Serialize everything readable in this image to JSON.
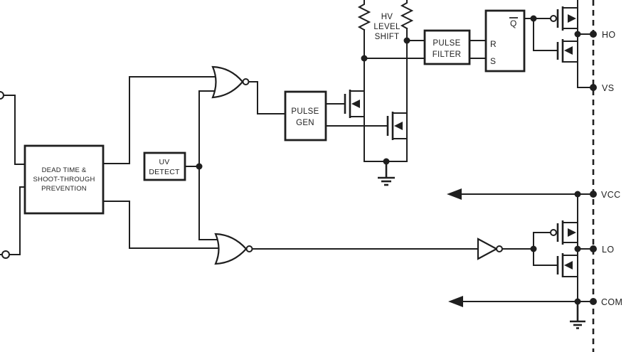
{
  "colors": {
    "background": "#ffffff",
    "line": "#1f1f1f",
    "text": "#1f1f1f"
  },
  "blocks": {
    "dead_time": {
      "lines": [
        "DEAD TIME &",
        "SHOOT-THROUGH",
        "PREVENTION"
      ]
    },
    "uv_detect": {
      "lines": [
        "UV",
        "DETECT"
      ]
    },
    "pulse_gen": {
      "lines": [
        "PULSE",
        "GEN"
      ]
    },
    "pulse_filter": {
      "lines": [
        "PULSE",
        "FILTER"
      ]
    },
    "hv_level_shift": {
      "lines": [
        "HV",
        "LEVEL",
        "SHIFT"
      ]
    },
    "latch": {
      "r": "R",
      "s": "S",
      "q": "Q"
    }
  },
  "pins": {
    "ho": "HO",
    "vs": "VS",
    "vcc": "VCC",
    "lo": "LO",
    "com": "COM"
  }
}
